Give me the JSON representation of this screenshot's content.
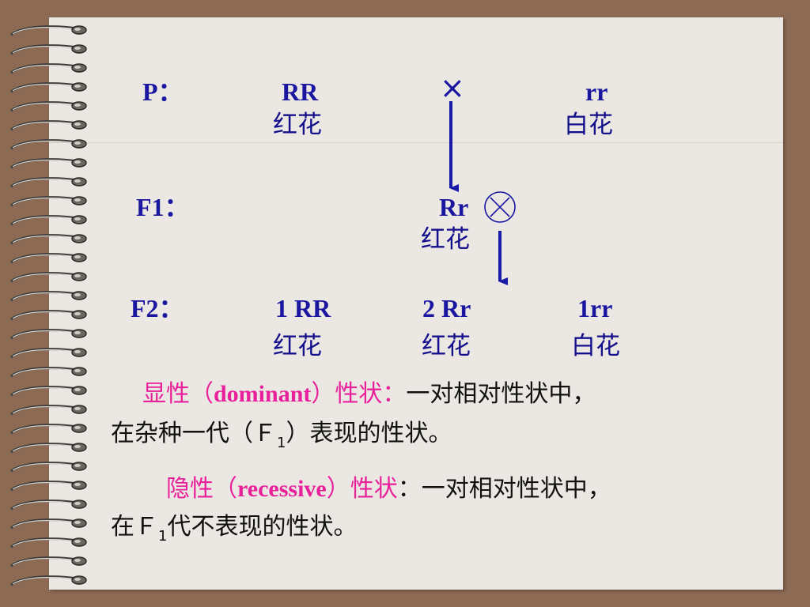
{
  "cross": {
    "p_label": "P：",
    "p_left_genotype": "RR",
    "p_left_pheno": "红花",
    "cross_symbol": "×",
    "p_right_genotype": "rr",
    "p_right_pheno": "白花",
    "f1_label": "F1：",
    "f1_genotype": "Rr",
    "f1_pheno": "红花",
    "f2_label": "F2：",
    "f2_items": [
      {
        "genotype": "1 RR",
        "pheno": "红花"
      },
      {
        "genotype": "2 Rr",
        "pheno": "红花"
      },
      {
        "genotype": "1rr",
        "pheno": "白花"
      }
    ]
  },
  "definitions": {
    "dominant": {
      "term": "显性（",
      "term_en": "dominant",
      "term_end": "）性状",
      "colon": "：",
      "line1_rest": "一对相对性状中，",
      "line2_a": "在杂种一代（Ｆ",
      "line2_sub": "1",
      "line2_b": "）表现的性状。"
    },
    "recessive": {
      "term": "隐性（",
      "term_en": "recessive",
      "term_end": "）性状",
      "colon": "：",
      "line1_rest": "一对相对性状中，",
      "line2_a": "在Ｆ",
      "line2_sub": "1",
      "line2_b": "代不表现的性状。"
    }
  },
  "colors": {
    "text_blue": "#1a16a0",
    "term_magenta": "#e8209a",
    "arrow_blue": "#1a1aa8",
    "paper": "#ebe8e3",
    "background": "#8c6a54"
  }
}
